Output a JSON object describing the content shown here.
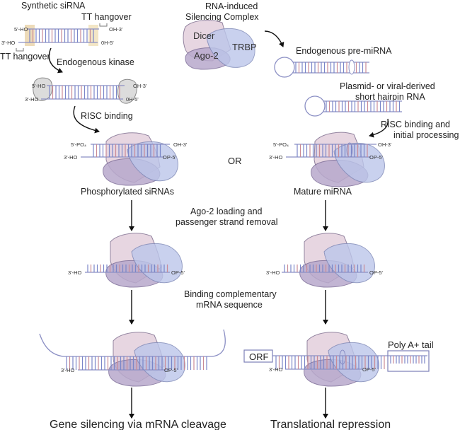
{
  "title": "siRNA and miRNA gene silencing pathways",
  "colors": {
    "dicer": "#e6d3df",
    "ago2": "#b8a9cc",
    "trbp": "#bcc6ea",
    "strand": "#8b8fc4",
    "base_pair_red": "#c98a95",
    "base_pair_blue": "#7a86c8",
    "hangover_highlight": "#e8d2a8"
  },
  "labels": {
    "synthetic_sirna": "Synthetic siRNA",
    "tt_hangover_top": "TT hangover",
    "tt_hangover_bottom": "TT hangover",
    "endogenous_kinase": "Endogenous kinase",
    "risc_binding": "RISC binding",
    "phosphorylated_sirnas": "Phosphorylated siRNAs",
    "or": "OR",
    "risc_title_1": "RNA-induced",
    "risc_title_2": "Silencing Complex",
    "endogenous_pre_mirna": "Endogenous pre-miRNA",
    "plasmid_1": "Plasmid- or viral-derived",
    "plasmid_2": "short hairpin RNA",
    "risc_binding_initial_1": "RISC binding and",
    "risc_binding_initial_2": "initial processing",
    "mature_mirna": "Mature miRNA",
    "ago2_loading_1": "Ago-2 loading and",
    "ago2_loading_2": "passenger strand removal",
    "binding_compl_1": "Binding complementary",
    "binding_compl_2": "mRNA sequence",
    "orf": "ORF",
    "poly_a_tail": "Poly A+ tail",
    "gene_silencing": "Gene silencing via mRNA cleavage",
    "translational_repression": "Translational repression"
  },
  "proteins": {
    "dicer": "Dicer",
    "ago2": "Ago-2",
    "trbp": "TRBP"
  },
  "ends": {
    "five_ho": "5'-HO",
    "three_ho": "3'-HO",
    "oh_three": "OH-3'",
    "oh_five": "0H-5'",
    "five_po4": "5'-PO₄",
    "op_five": "OP-5'"
  }
}
